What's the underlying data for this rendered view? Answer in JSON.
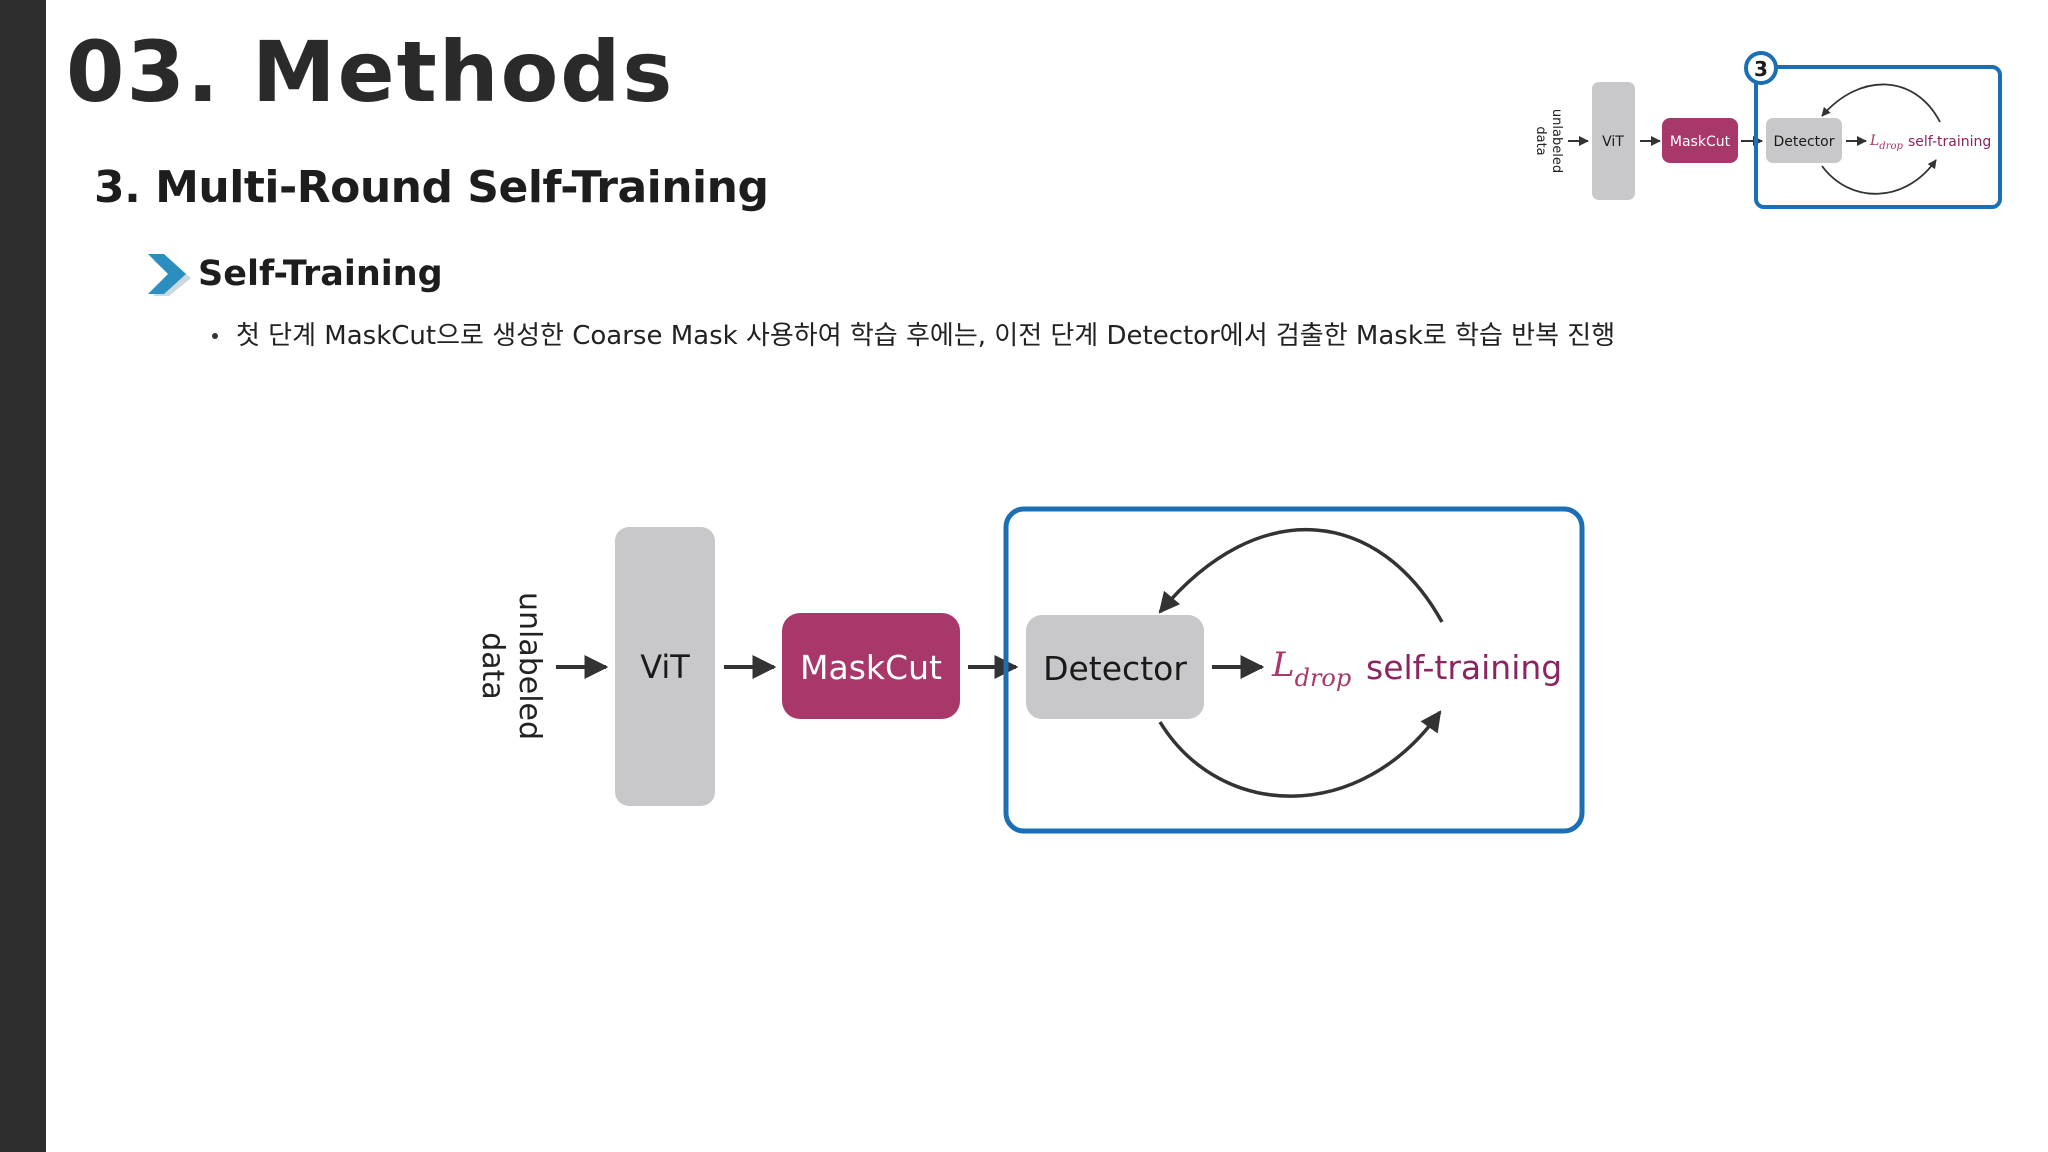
{
  "header": {
    "title": "03. Methods"
  },
  "section": {
    "title": "3. Multi-Round Self-Training"
  },
  "subsection": {
    "title": "Self-Training"
  },
  "bullets": [
    {
      "text": "첫 단계 MaskCut으로 생성한 Coarse Mask 사용하여 학습 후에는, 이전 단계 Detector에서 검출한 Mask로 학습 반복 진행"
    }
  ],
  "diagram": {
    "input_line1": "unlabeled",
    "input_line2": "data",
    "vit": "ViT",
    "maskcut": "MaskCut",
    "detector": "Detector",
    "loss_main": "L",
    "loss_sub": "drop",
    "self_training": "self-training"
  },
  "thumbnail": {
    "badge": "3",
    "input_line1": "unlabeled",
    "input_line2": "data",
    "vit": "ViT",
    "maskcut": "MaskCut",
    "detector": "Detector",
    "loss_main": "L",
    "loss_sub": "drop",
    "self_training": "self-training"
  },
  "colors": {
    "sidebar": "#2e2e2e",
    "highlight_box": "#1a6fb5",
    "maskcut_fill": "#a8386a",
    "node_gray": "#c8c7c9",
    "self_training_text": "#8b2460",
    "chevron": "#2a8fbf"
  },
  "icons": {
    "bullet_chevron": "chevron-right-icon",
    "arrows": "arrow-right-icon"
  }
}
